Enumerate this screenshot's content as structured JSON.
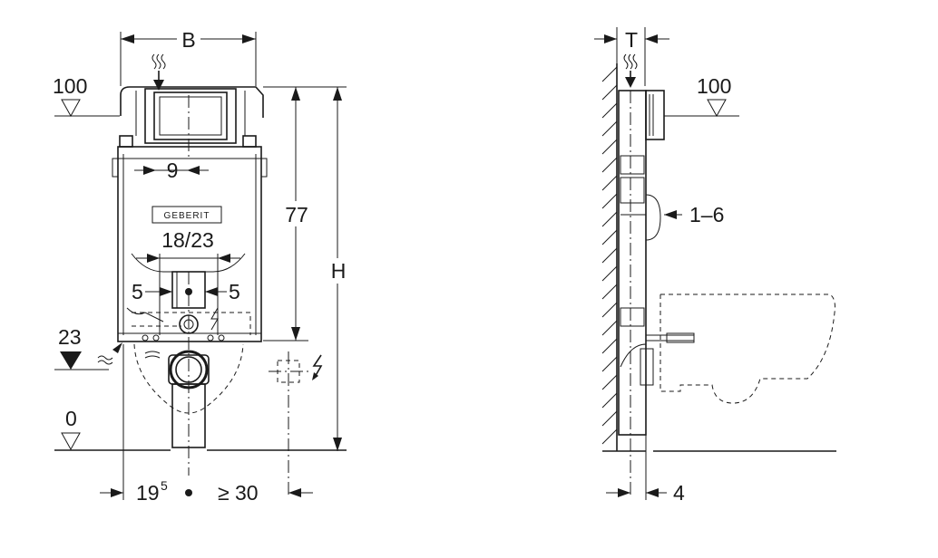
{
  "front_view": {
    "width_label": "B",
    "height_label": "H",
    "top_level_label": "100",
    "mid_level_label": "23",
    "floor_level_label": "0",
    "frame_height_label": "77",
    "flush_pipe_label": "9",
    "fixing_spacing_label": "18/23",
    "left_offset_label": "5",
    "right_offset_label": "5",
    "bottom_left_label": "19",
    "bottom_left_sup": "5",
    "bottom_right_label": "≥ 30",
    "brand_logo_text": "GEBERIT"
  },
  "side_view": {
    "depth_label": "T",
    "top_level_label": "100",
    "panel_gap_label": "1–6",
    "bottom_gap_label": "4"
  },
  "icons": {
    "water_supply": "water-supply-icon",
    "electric": "lightning-icon"
  }
}
